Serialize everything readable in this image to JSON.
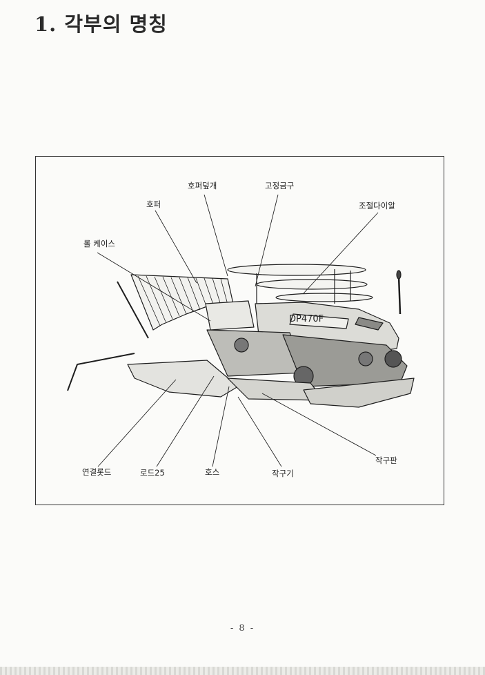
{
  "title": "1. 각부의 명칭",
  "figure": {
    "model_label": "DP470F",
    "callouts": {
      "hopper_lid": "호퍼덮개",
      "fixing_bracket": "고정금구",
      "hopper": "호퍼",
      "adjust_dial": "조절다이알",
      "roll_case": "롤 케이스",
      "connecting_rod": "연결롯드",
      "rod25": "로드25",
      "hose": "호스",
      "furrow_opener": "작구기",
      "furrow_plate": "작구판"
    }
  },
  "page_number": "- 8 -"
}
